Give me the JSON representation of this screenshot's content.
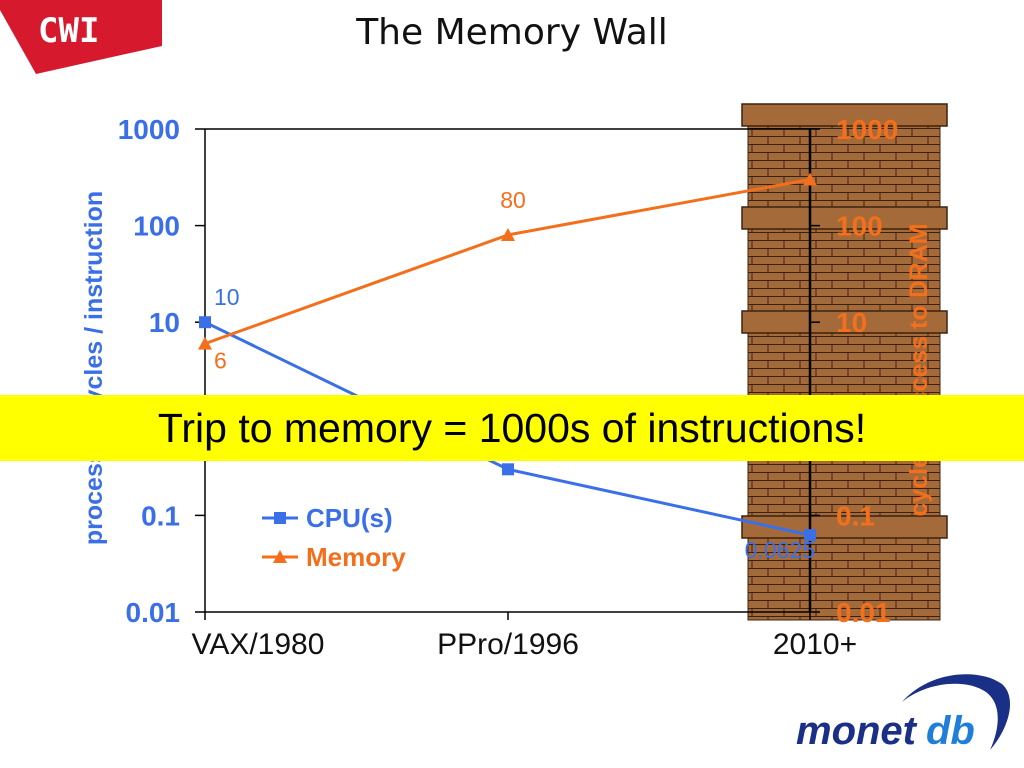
{
  "header": {
    "logo_text": "CWI",
    "title": "The Memory Wall"
  },
  "banner": {
    "text": "Trip to memory = 1000s of instructions!"
  },
  "footer_logo": {
    "part1": "monet",
    "part2": "db"
  },
  "colors": {
    "cpu": "#3a6fe8",
    "memory": "#f36f1c",
    "logo_red": "#d7192e",
    "banner": "#ffff00",
    "brick": "#a56a3a",
    "monet_blue": "#1a2f86"
  },
  "chart_data": {
    "type": "line",
    "scale": "log",
    "categories": [
      "VAX/1980",
      "PPro/1996",
      "2010+"
    ],
    "ylim": [
      0.01,
      1000
    ],
    "y_ticks": [
      "1000",
      "100",
      "10",
      "0.1",
      "0.01"
    ],
    "y2_ticks": [
      "1000",
      "100",
      "10",
      "0.1",
      "0.01"
    ],
    "ylabel": "processor cycles / instruction",
    "y2label": "cycles / access to DRAM",
    "legend_position": "bottom-left",
    "series": [
      {
        "name": "CPU(s)",
        "marker": "square",
        "values": [
          10,
          0.3,
          0.0625
        ],
        "labels": [
          "10",
          "",
          "0.0625"
        ]
      },
      {
        "name": "Memory",
        "marker": "triangle",
        "values": [
          6,
          80,
          300
        ],
        "labels": [
          "6",
          "80",
          ""
        ]
      }
    ]
  }
}
